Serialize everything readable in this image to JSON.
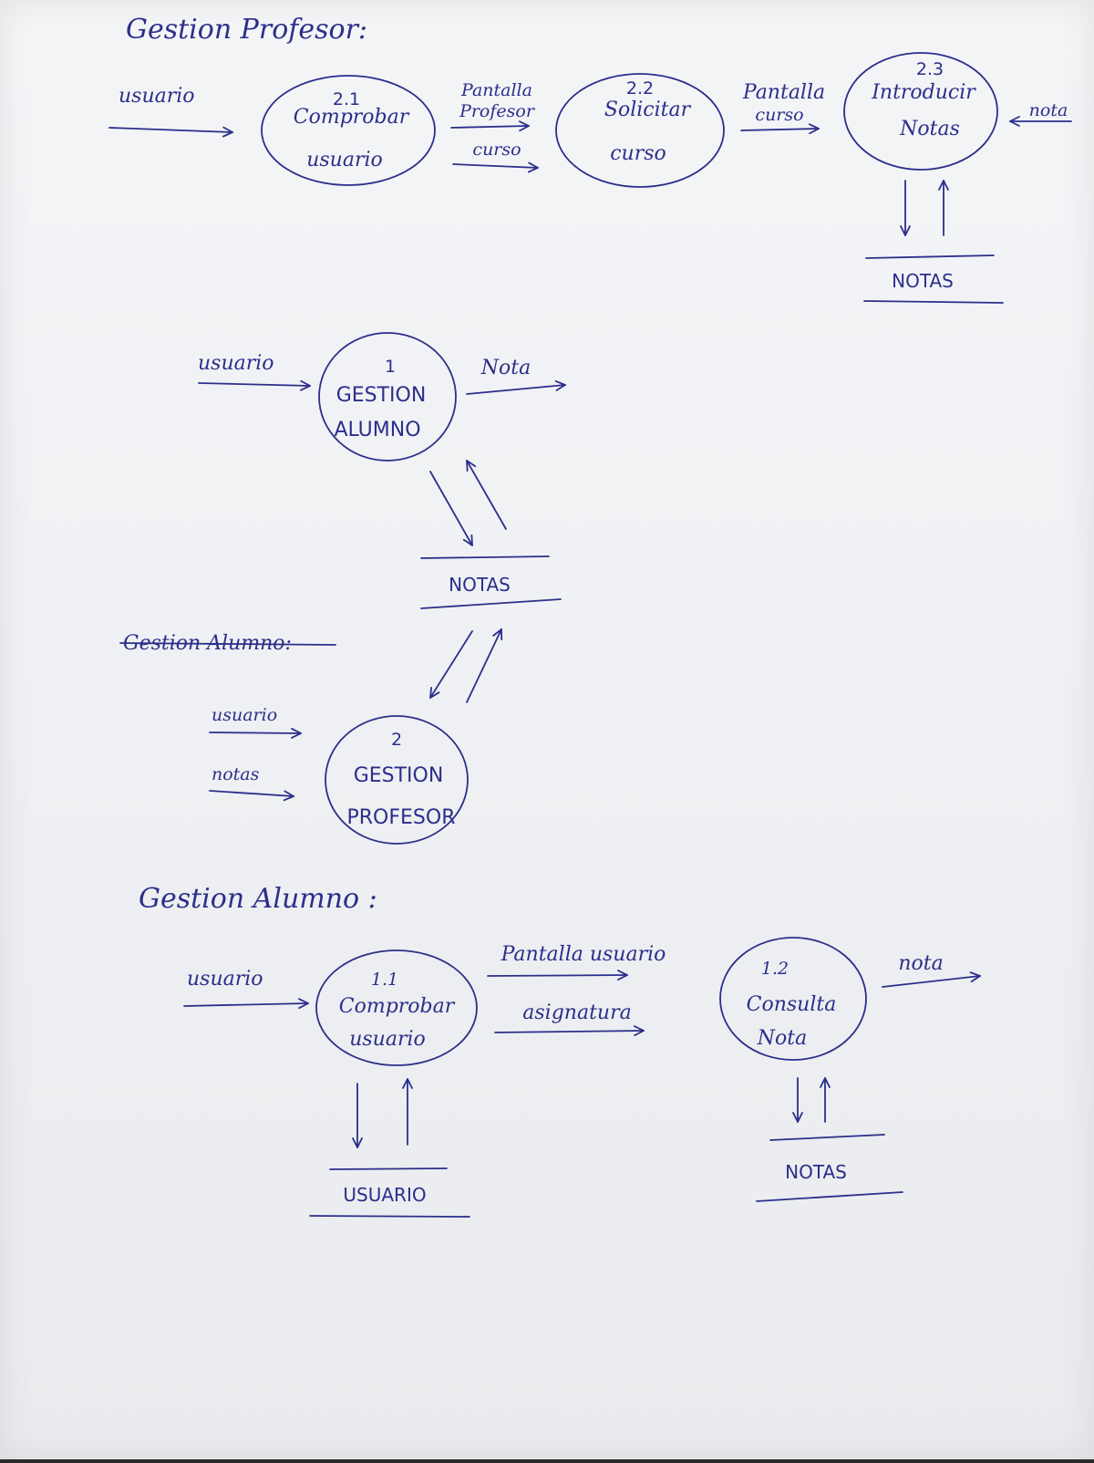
{
  "sections": {
    "profesor_title": "Gestion Profesor:",
    "alumno_title_struck": "Gestion Alumno:",
    "alumno_title": "Gestion Alumno :"
  },
  "profesor_diagram": {
    "input_flow": "usuario",
    "process_1": {
      "id": "2.1",
      "line1": "Comprobar",
      "line2": "usuario"
    },
    "flow_1_top_line1": "Pantalla",
    "flow_1_top_line2": "Profesor",
    "flow_1_bottom": "curso",
    "process_2": {
      "id": "2.2",
      "line1": "Solicitar",
      "line2": "curso"
    },
    "flow_2_line1": "Pantalla",
    "flow_2_line2": "curso",
    "process_3": {
      "id": "2.3",
      "line1": "Introducir",
      "line2": "Notas"
    },
    "input_right": "nota",
    "store": "NOTAS"
  },
  "context_diagram": {
    "alumno_input": "usuario",
    "alumno_process": {
      "id": "1",
      "line1": "GESTION",
      "line2": "ALUMNO"
    },
    "alumno_output": "Nota",
    "store": "NOTAS",
    "profesor_input_1": "usuario",
    "profesor_input_2": "notas",
    "profesor_process": {
      "id": "2",
      "line1": "GESTION",
      "line2": "PROFESOR"
    }
  },
  "alumno_diagram": {
    "input_flow": "usuario",
    "process_1": {
      "id": "1.1",
      "line1": "Comprobar",
      "line2": "usuario"
    },
    "flow_top": "Pantalla usuario",
    "flow_bottom": "asignatura",
    "process_2": {
      "id": "1.2",
      "line1": "Consulta",
      "line2": "Nota"
    },
    "output_flow": "nota",
    "store_left": "USUARIO",
    "store_right": "NOTAS"
  },
  "colors": {
    "ink": "#2b2f8a",
    "paper": "#f2f3f5",
    "background": "#2a2a2a"
  }
}
